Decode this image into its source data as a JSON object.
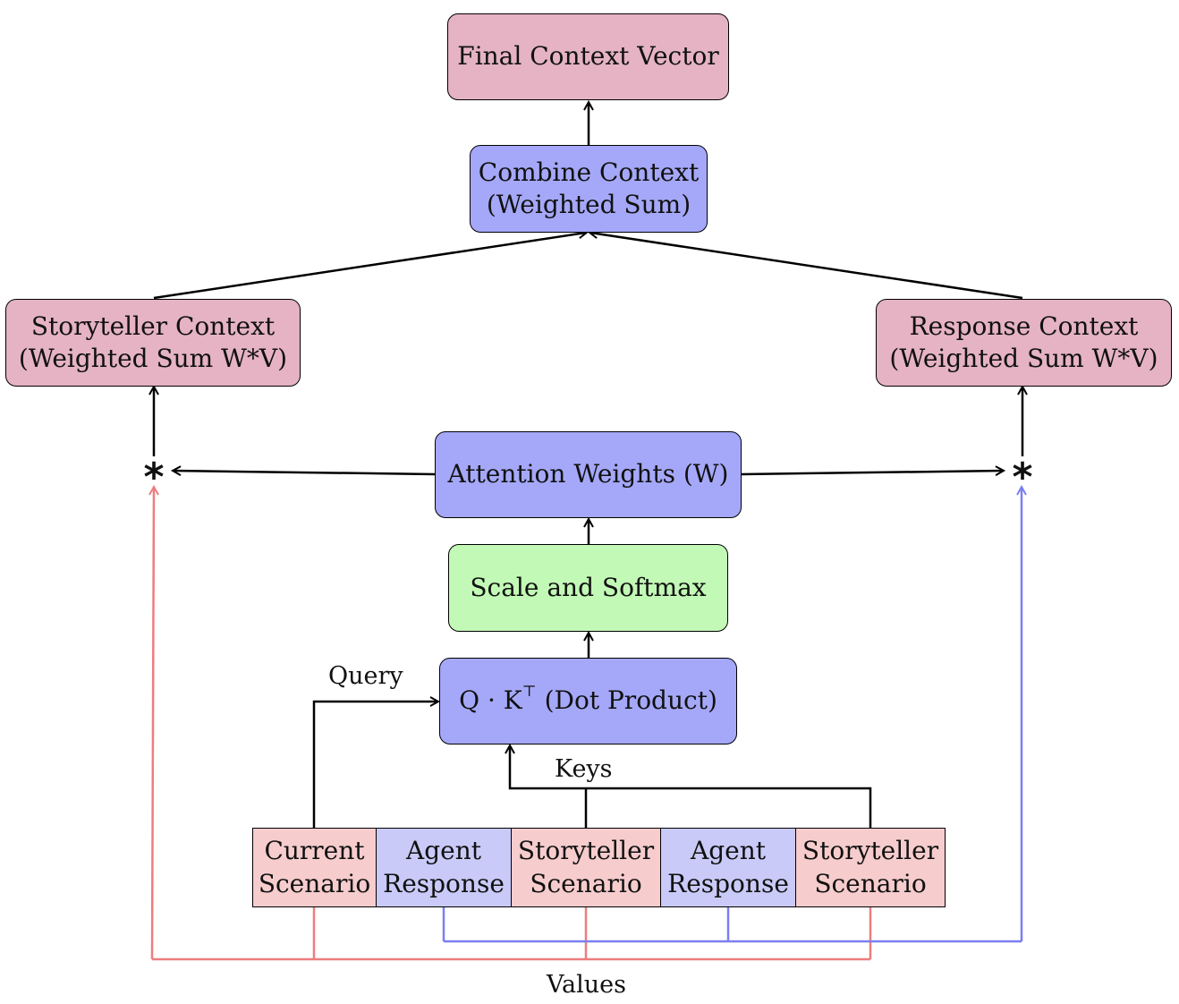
{
  "nodes": {
    "final_context": "Final Context Vector",
    "combine_context": "Combine Context\n(Weighted Sum)",
    "storyteller_context": "Storyteller Context\n(Weighted Sum W*V)",
    "response_context": "Response Context\n(Weighted Sum W*V)",
    "attention_weights": "Attention Weights (W)",
    "scale_softmax": "Scale and Softmax",
    "dot_product": {
      "prefix": "Q · K",
      "superscript": "⊤",
      "suffix": " (Dot Product)"
    },
    "multiply_left": "*",
    "multiply_right": "*"
  },
  "inputs": [
    {
      "label": "Current\nScenario",
      "kind": "scenario"
    },
    {
      "label": "Agent\nResponse",
      "kind": "response"
    },
    {
      "label": "Storyteller\nScenario",
      "kind": "scenario"
    },
    {
      "label": "Agent\nResponse",
      "kind": "response"
    },
    {
      "label": "Storyteller\nScenario",
      "kind": "scenario"
    }
  ],
  "edge_labels": {
    "query": "Query",
    "keys": "Keys",
    "values": "Values"
  },
  "colors": {
    "context_box": "#e5b3c3",
    "operation_box": "#a5a8f8",
    "softmax_box": "#c2f9b6",
    "scenario_input": "#f6cccd",
    "response_input": "#c9caf8",
    "scenario_values_line": "#ee7d7f",
    "response_values_line": "#7b7ff0"
  }
}
